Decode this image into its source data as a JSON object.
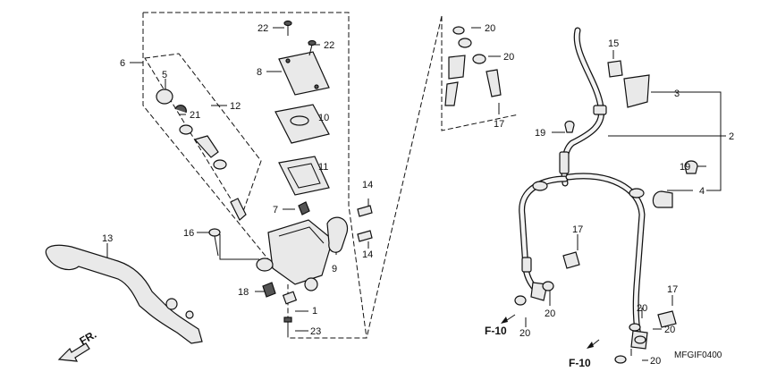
{
  "diagram": {
    "code": "MFGIF0400",
    "direction_label": "FR.",
    "reference_label": "F-10",
    "callouts": [
      {
        "id": "c1",
        "text": "1"
      },
      {
        "id": "c2",
        "text": "2"
      },
      {
        "id": "c3",
        "text": "3"
      },
      {
        "id": "c4",
        "text": "4"
      },
      {
        "id": "c5",
        "text": "5"
      },
      {
        "id": "c6",
        "text": "6"
      },
      {
        "id": "c7",
        "text": "7"
      },
      {
        "id": "c8",
        "text": "8"
      },
      {
        "id": "c9",
        "text": "9"
      },
      {
        "id": "c10",
        "text": "10"
      },
      {
        "id": "c11",
        "text": "11"
      },
      {
        "id": "c12",
        "text": "12"
      },
      {
        "id": "c13",
        "text": "13"
      },
      {
        "id": "c14a",
        "text": "14"
      },
      {
        "id": "c14b",
        "text": "14"
      },
      {
        "id": "c15",
        "text": "15"
      },
      {
        "id": "c16",
        "text": "16"
      },
      {
        "id": "c17a",
        "text": "17"
      },
      {
        "id": "c17b",
        "text": "17"
      },
      {
        "id": "c17c",
        "text": "17"
      },
      {
        "id": "c18",
        "text": "18"
      },
      {
        "id": "c19a",
        "text": "19"
      },
      {
        "id": "c19b",
        "text": "19"
      },
      {
        "id": "c20a",
        "text": "20"
      },
      {
        "id": "c20b",
        "text": "20"
      },
      {
        "id": "c20c",
        "text": "20"
      },
      {
        "id": "c20d",
        "text": "20"
      },
      {
        "id": "c20e",
        "text": "20"
      },
      {
        "id": "c20f",
        "text": "20"
      },
      {
        "id": "c20g",
        "text": "20"
      },
      {
        "id": "c21",
        "text": "21"
      },
      {
        "id": "c22a",
        "text": "22"
      },
      {
        "id": "c22b",
        "text": "22"
      },
      {
        "id": "c23",
        "text": "23"
      }
    ]
  }
}
